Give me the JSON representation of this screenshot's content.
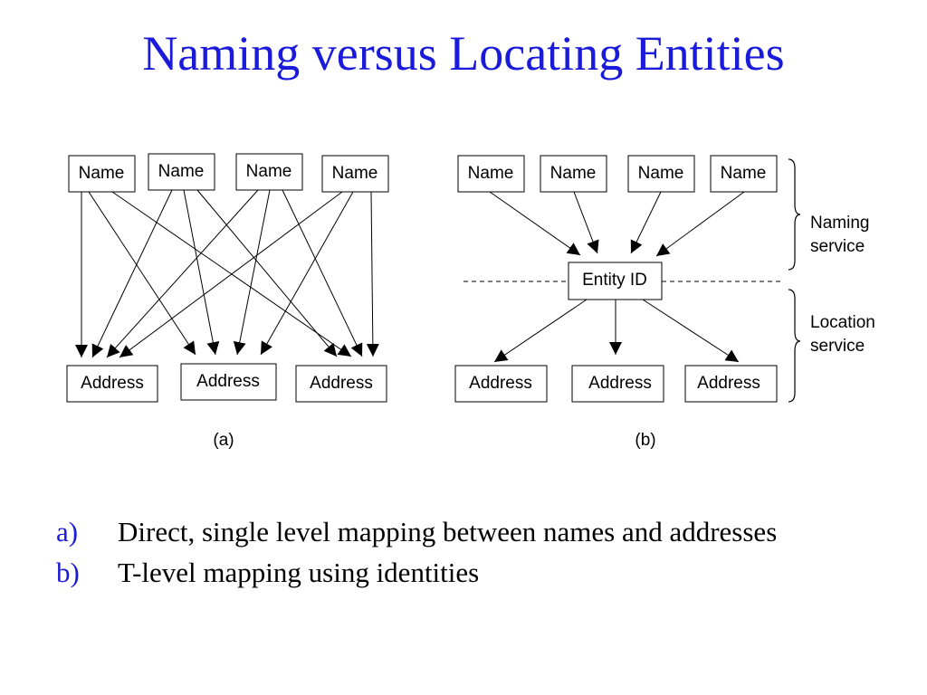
{
  "title": "Naming versus Locating Entities",
  "colors": {
    "title": "#1a1adb",
    "marker": "#1a1adb",
    "text": "#000000"
  },
  "diagram_a": {
    "names": [
      "Name",
      "Name",
      "Name",
      "Name"
    ],
    "addresses": [
      "Address",
      "Address",
      "Address"
    ],
    "caption": "(a)"
  },
  "diagram_b": {
    "names": [
      "Name",
      "Name",
      "Name",
      "Name"
    ],
    "entity": "Entity ID",
    "addresses": [
      "Address",
      "Address",
      "Address"
    ],
    "caption": "(b)",
    "naming_service": [
      "Naming",
      "service"
    ],
    "location_service": [
      "Location",
      "service"
    ]
  },
  "list": [
    {
      "marker": "a)",
      "text": "Direct, single level mapping between names and addresses"
    },
    {
      "marker": "b)",
      "text": "T-level mapping using identities"
    }
  ]
}
